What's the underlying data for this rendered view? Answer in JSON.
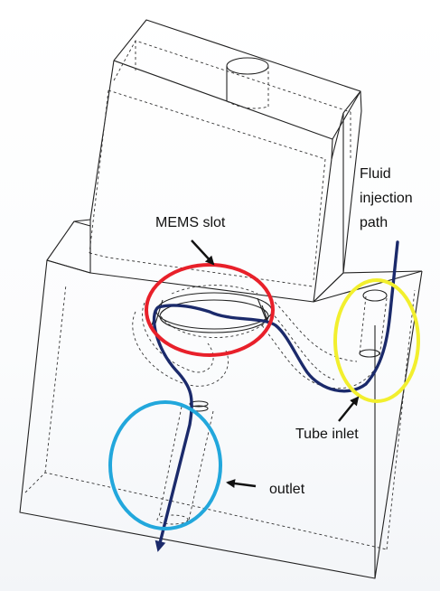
{
  "figure": {
    "labels": {
      "mems_slot": "MEMS slot",
      "fluid_injection_line1": "Fluid",
      "fluid_injection_line2": "injection",
      "fluid_injection_line3": "path",
      "tube_inlet": "Tube inlet",
      "outlet": "outlet"
    },
    "colors": {
      "mems_circle": "#e8202a",
      "inlet_circle": "#f2ef2e",
      "outlet_circle": "#22a7dc",
      "fluid_path": "#1b2a6b",
      "outline": "#222222"
    }
  }
}
